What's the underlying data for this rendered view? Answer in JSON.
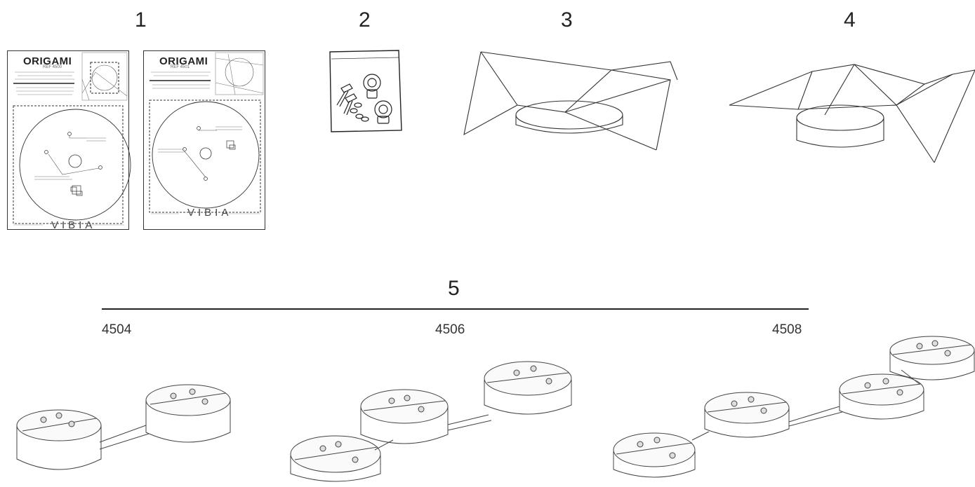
{
  "steps": [
    "1",
    "2",
    "3",
    "4",
    "5"
  ],
  "templates": [
    {
      "title": "ORIGAMI",
      "ref": "REF 4500",
      "logo": "VIBIA"
    },
    {
      "title": "ORIGAMI",
      "ref": "REF 4501",
      "logo": "VIBIA"
    }
  ],
  "models": [
    "4504",
    "4506",
    "4508"
  ]
}
